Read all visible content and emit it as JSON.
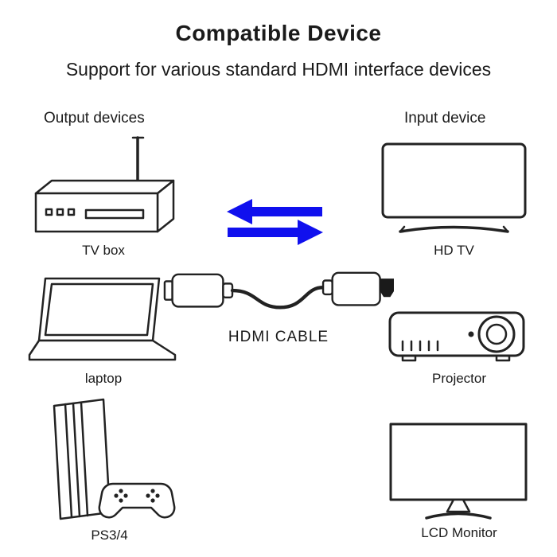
{
  "title": "Compatible Device",
  "subtitle": "Support for various standard HDMI interface devices",
  "headers": {
    "output": "Output devices",
    "input": "Input device"
  },
  "labels": {
    "tv_box": "TV box",
    "hd_tv": "HD TV",
    "laptop": "laptop",
    "projector": "Projector",
    "hdmi_cable": "HDMI CABLE",
    "ps34": "PS3/4",
    "lcd_monitor": "LCD Monitor"
  },
  "colors": {
    "arrow_blue": "#1010ee",
    "line_dark": "#222222"
  }
}
